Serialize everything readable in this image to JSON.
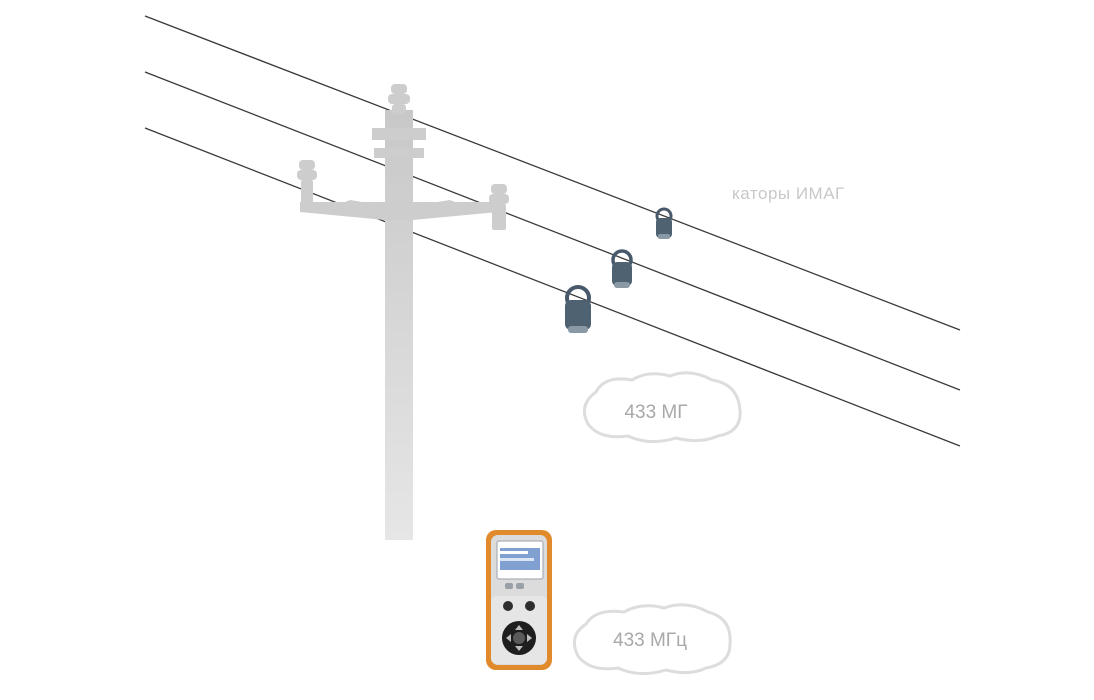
{
  "scene": {
    "caption": "каторы ИМАГ",
    "cloud_top_label": "433 МГ",
    "cloud_bottom_label": "433 МГц"
  },
  "colors": {
    "pole": "#cdcdcd",
    "wire": "#3a3a3a",
    "sensor": "#4f6272",
    "device_frame": "#e08a2c",
    "device_body": "#dcdcdc",
    "device_screen": "#7fa0d0",
    "cloud_stroke": "#dddddd"
  },
  "icons": {
    "sensor": "line-sensor-icon",
    "device": "handheld-indicator-icon",
    "cloud": "signal-cloud-icon"
  }
}
